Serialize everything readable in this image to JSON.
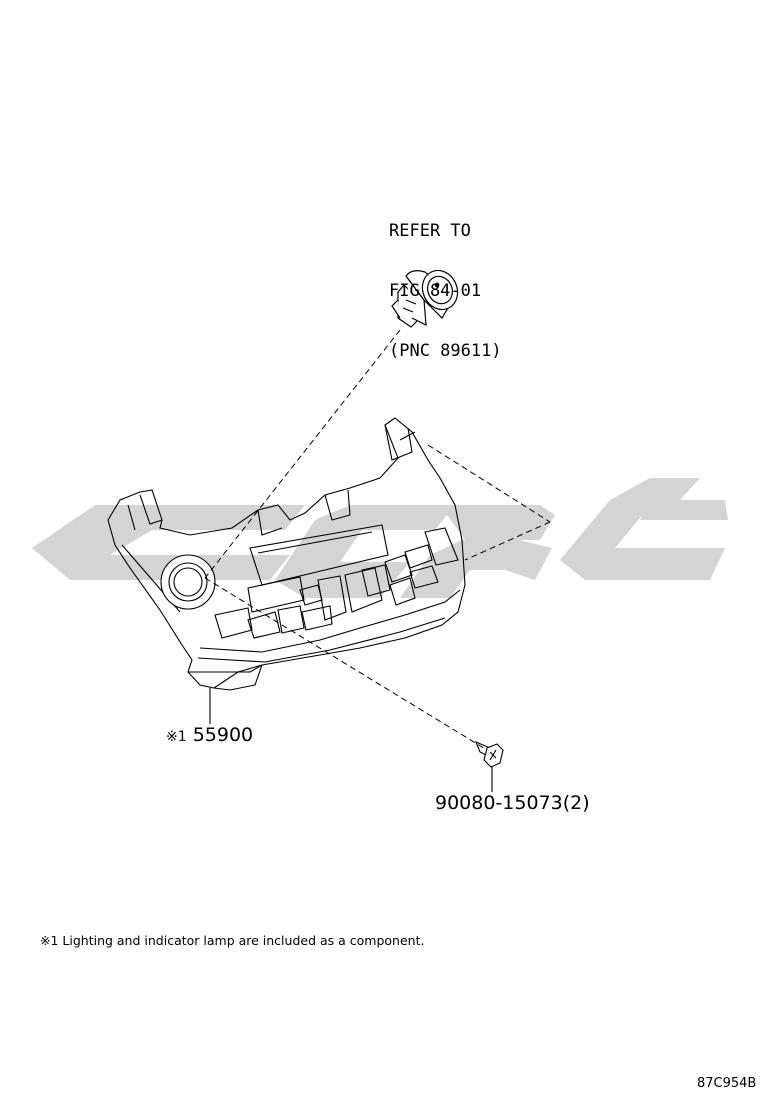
{
  "refer_note": {
    "line1": "REFER TO",
    "line2": "FIG 84-01",
    "line3": "(PNC 89611)"
  },
  "parts": {
    "control_panel": {
      "mark": "※1",
      "number": "55900"
    },
    "screw": {
      "number": "90080-15073(2)"
    }
  },
  "footnote": "※1 Lighting and indicator lamp are included as a component.",
  "figure_id": "87C954B",
  "watermark_color": "#d4d4d4",
  "line_color": "#000000"
}
